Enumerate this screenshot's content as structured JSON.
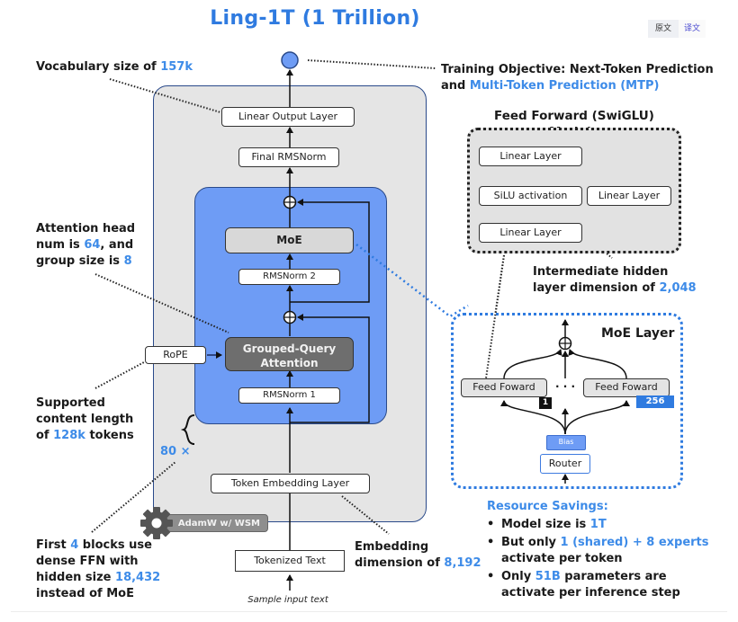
{
  "title": "Ling-1T (1 Trillion)",
  "lang_toggle": {
    "original": "原文",
    "translation": "译文"
  },
  "annotations": {
    "vocab": {
      "prefix": "Vocabulary size of ",
      "value": "157k"
    },
    "objective": {
      "line1": "Training Objective: Next-Token Prediction",
      "line2_prefix": "and ",
      "line2_value": "Multi-Token Prediction (MTP)"
    },
    "attention": {
      "l1": "Attention head",
      "l2_prefix": "num is ",
      "l2_value": "64",
      "l2_suffix": ", and",
      "l3_prefix": "group size is ",
      "l3_value": "8"
    },
    "context": {
      "l1": "Supported",
      "l2": "content length",
      "l3_prefix": "of ",
      "l3_value": "128k",
      "l3_suffix": " tokens"
    },
    "repeat": "80 ×",
    "dense": {
      "l1_prefix": "First ",
      "l1_value": "4",
      "l1_suffix": " blocks use",
      "l2": "dense FFN with",
      "l3_prefix": "hidden size ",
      "l3_value": "18,432",
      "l4": "instead of MoE"
    },
    "embedding": {
      "l1": "Embedding",
      "l2_prefix": "dimension of ",
      "l2_value": "8,192"
    },
    "intermediate": {
      "l1": "Intermediate hidden",
      "l2_prefix": "layer dimension of ",
      "l2_value": "2,048"
    }
  },
  "main_stack": {
    "linear_output": "Linear Output Layer",
    "final_norm": "Final RMSNorm",
    "moe": "MoE",
    "rmsnorm2": "RMSNorm 2",
    "gqa_line1": "Grouped-Query",
    "gqa_line2": "Attention",
    "rmsnorm1": "RMSNorm 1",
    "rope": "RoPE",
    "token_embedding": "Token Embedding Layer",
    "tokenized_text": "Tokenized Text",
    "sample_input": "Sample input text",
    "optimizer": "AdamW w/ WSM"
  },
  "ffn_module": {
    "title": "Feed Forward (SwiGLU) Module",
    "linear_top": "Linear Layer",
    "silu": "SiLU activation",
    "linear_right": "Linear Layer",
    "linear_bottom": "Linear Layer"
  },
  "moe_layer": {
    "title": "MoE Layer",
    "expert_left": "Feed Foward",
    "expert_right": "Feed Foward",
    "expert_left_index": "1",
    "expert_right_index": "256",
    "ellipsis": "· · ·",
    "bias": "Bias",
    "router": "Router"
  },
  "resource_savings": {
    "title": "Resource Savings:",
    "items": [
      {
        "prefix": "Model size is ",
        "value": "1T",
        "suffix": "",
        "line2": ""
      },
      {
        "prefix": "But only ",
        "value": "1 (shared) + 8 experts",
        "suffix": "",
        "line2": "activate per token"
      },
      {
        "prefix": "Only ",
        "value": "51B",
        "suffix": " parameters are",
        "line2": "activate per inference step"
      }
    ]
  },
  "colors": {
    "accent": "#2f7be0",
    "highlight": "#3d8be8",
    "inner_block": "#6e9cf5",
    "outer_block": "#e5e5e5",
    "gqa": "#6e6e6e"
  }
}
